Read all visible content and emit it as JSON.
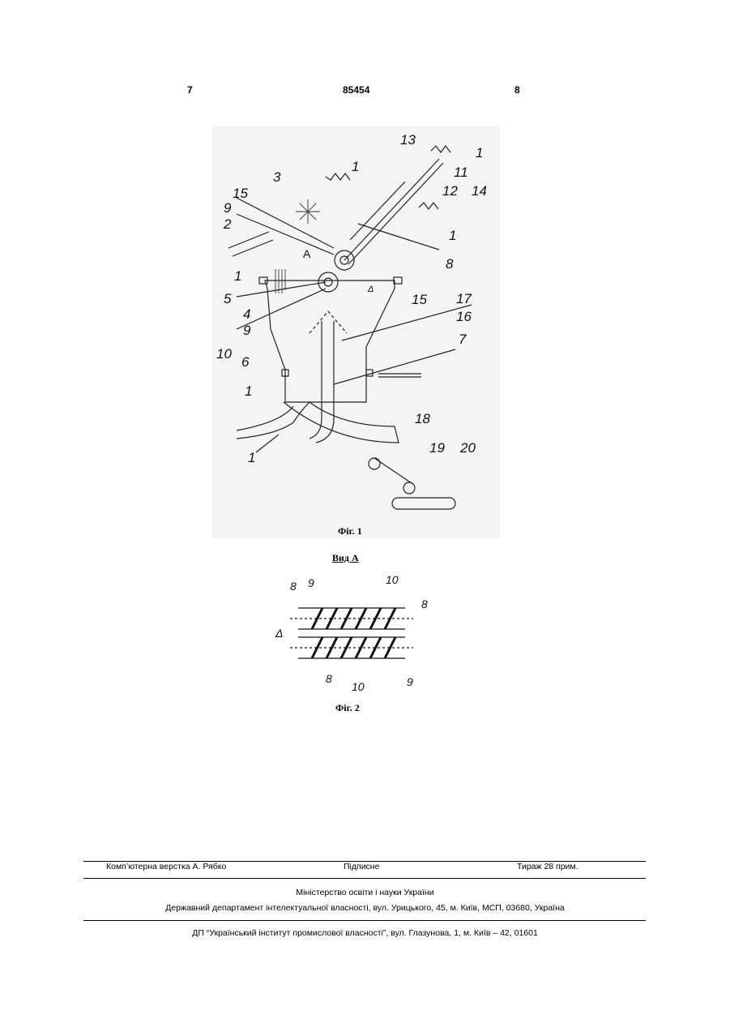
{
  "header": {
    "left_page": "7",
    "patent_number": "85454",
    "right_page": "8"
  },
  "figure1": {
    "caption": "Фіг. 1",
    "labels": {
      "l13": "13",
      "l1a": "1",
      "l11": "11",
      "l12": "12",
      "l14": "14",
      "l3": "3",
      "l1b": "1",
      "l15a": "15",
      "l9a": "9",
      "l2": "2",
      "l1c": "1",
      "l8": "8",
      "lA": "А",
      "l1d": "1",
      "l5": "5",
      "l15b": "15",
      "l17": "17",
      "l16": "16",
      "l4": "4",
      "l9b": "9",
      "l10": "10",
      "l6": "6",
      "l7": "7",
      "l1e": "1",
      "l18": "18",
      "l19": "19",
      "l20": "20",
      "l1f": "1",
      "ldelta": "Δ"
    }
  },
  "figure2": {
    "title": "Вид А",
    "caption": "Фіг. 2",
    "labels": {
      "l8a": "8",
      "l9a": "9",
      "l10a": "10",
      "l8b": "8",
      "ldelta": "Δ",
      "l8c": "8",
      "l10b": "10",
      "l9b": "9"
    }
  },
  "footer": {
    "layout": "Комп’ютерна верстка А. Рябко",
    "signed": "Підписне",
    "circulation": "Тираж 28 прим.",
    "ministry": "Міністерство освіти і науки України",
    "department": "Державний департамент інтелектуальної власності, вул. Урицького, 45, м. Київ, МСП, 03680, Україна",
    "publisher": "ДП “Український інститут промислової власності”, вул. Глазунова, 1, м. Київ – 42, 01601"
  }
}
